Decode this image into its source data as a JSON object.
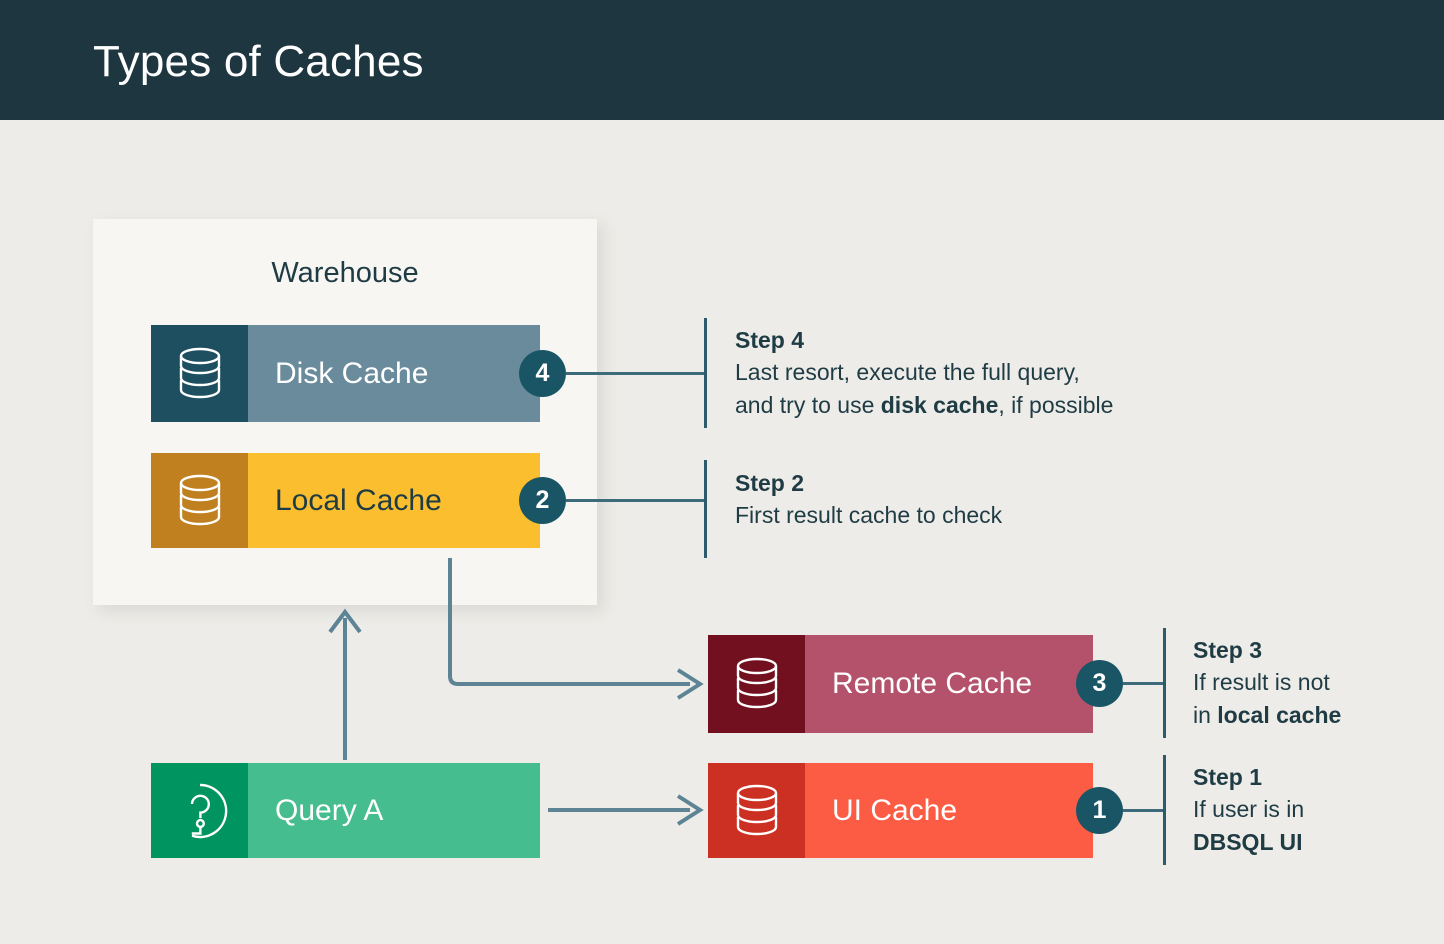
{
  "header": {
    "title": "Types of Caches",
    "background_color": "#1d3640",
    "text_color": "#ffffff"
  },
  "page": {
    "background_color": "#edece8",
    "text_color": "#1f3b44"
  },
  "warehouse": {
    "label": "Warehouse",
    "panel_color": "#f7f6f3"
  },
  "nodes": [
    {
      "id": "disk-cache",
      "label": "Disk Cache",
      "icon": "database-stack-icon",
      "badge": "4",
      "bar_color": "#698b9b",
      "icon_color": "#1d4f60",
      "label_color": "#ffffff"
    },
    {
      "id": "local-cache",
      "label": "Local Cache",
      "icon": "database-stack-icon",
      "badge": "2",
      "bar_color": "#fbbe2e",
      "icon_color": "#c0801f",
      "label_color": "#1f3b44"
    },
    {
      "id": "remote-cache",
      "label": "Remote Cache",
      "icon": "database-stack-icon",
      "badge": "3",
      "bar_color": "#b5526b",
      "icon_color": "#73101f",
      "label_color": "#ffffff"
    },
    {
      "id": "ui-cache",
      "label": "UI Cache",
      "icon": "database-stack-icon",
      "badge": "1",
      "bar_color": "#fc5c44",
      "icon_color": "#cb3022",
      "label_color": "#ffffff"
    },
    {
      "id": "query-a",
      "label": "Query A",
      "icon": "question-circle-icon",
      "badge": null,
      "bar_color": "#45bd8f",
      "icon_color": "#009460",
      "label_color": "#ffffff"
    }
  ],
  "steps": [
    {
      "number": "4",
      "title": "Step 4",
      "line1": "Last resort, execute the full query,",
      "line2_pre": "and try to use ",
      "line2_bold": "disk cache",
      "line2_post": ", if possible",
      "target": "disk-cache"
    },
    {
      "number": "2",
      "title": "Step 2",
      "line1": "First result cache to check",
      "line2_pre": "",
      "line2_bold": "",
      "line2_post": "",
      "target": "local-cache"
    },
    {
      "number": "3",
      "title": "Step 3",
      "line1": "If result is not",
      "line2_pre": "in ",
      "line2_bold": "local cache",
      "line2_post": "",
      "target": "remote-cache"
    },
    {
      "number": "1",
      "title": "Step 1",
      "line1": "If user is in",
      "line2_pre": "",
      "line2_bold": "DBSQL UI",
      "line2_post": "",
      "target": "ui-cache"
    }
  ],
  "colors": {
    "badge_fill": "#1a5566",
    "badge_text": "#ffffff",
    "connector": "#3d6b7c",
    "bracket": "#2c5c6c",
    "arrow": "#5c8494"
  },
  "flow": {
    "arrows": [
      {
        "name": "query-a-to-warehouse",
        "direction": "up"
      },
      {
        "name": "local-cache-to-remote-cache",
        "direction": "elbow-down-right"
      },
      {
        "name": "query-a-to-ui-cache",
        "direction": "right"
      }
    ]
  }
}
